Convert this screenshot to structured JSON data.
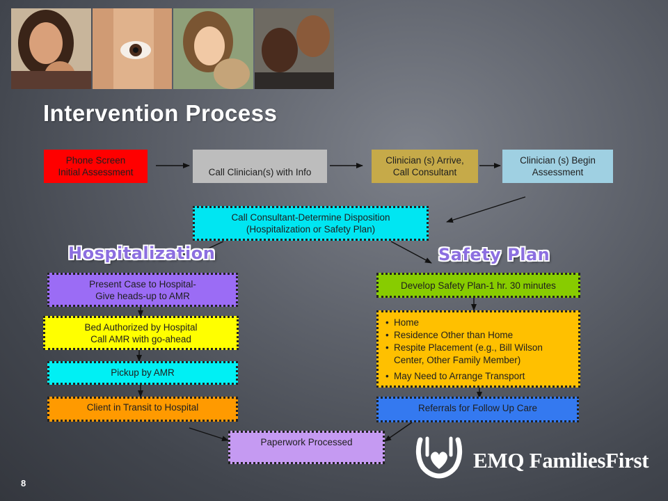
{
  "title": "Intervention Process",
  "page_number": "8",
  "logo_text": "EMQ FamiliesFirst",
  "sections": {
    "hospitalization": "Hospitalization",
    "safety_plan": "Safety Plan"
  },
  "top_row": {
    "phone_screen": [
      "Phone Screen",
      "Initial Assessment"
    ],
    "call_clinicians": "Call Clinician(s) with Info",
    "clinicians_arrive": [
      "Clinician (s) Arrive,",
      "Call Consultant"
    ],
    "clinicians_begin": [
      "Clinician (s) Begin",
      "Assessment"
    ]
  },
  "consultant": [
    "Call Consultant-Determine Disposition",
    "(Hospitalization or Safety Plan)"
  ],
  "hospital_steps": {
    "present_case": [
      "Present Case to Hospital-",
      "Give heads-up to AMR"
    ],
    "bed_authorized": [
      "Bed Authorized by Hospital",
      "Call AMR with go-ahead"
    ],
    "pickup": "Pickup by AMR",
    "transit": "Client in Transit to Hospital"
  },
  "safety_steps": {
    "develop_plan": "Develop Safety Plan-1 hr. 30 minutes",
    "options": [
      "Home",
      "Residence Other than Home",
      "Respite Placement (e.g., Bill Wilson Center, Other Family Member)",
      "May Need to Arrange Transport"
    ],
    "referrals": "Referrals for Follow Up Care"
  },
  "paperwork": "Paperwork Processed",
  "colors": {
    "phone_screen": "#ff0000",
    "call_clinicians": "#bdbdbd",
    "clinicians_arrive": "#c6aa49",
    "clinicians_begin": "#9fd0e2",
    "consultant": "#00e6f2",
    "present_case": "#9b6cf5",
    "bed_authorized": "#ffff00",
    "pickup": "#00f0f4",
    "transit": "#ff9a00",
    "develop_plan": "#88cc00",
    "options": "#ffc000",
    "referrals": "#3479f0",
    "paperwork": "#c59af2"
  },
  "icons": {
    "logo_mark": "hands-heart-icon"
  }
}
